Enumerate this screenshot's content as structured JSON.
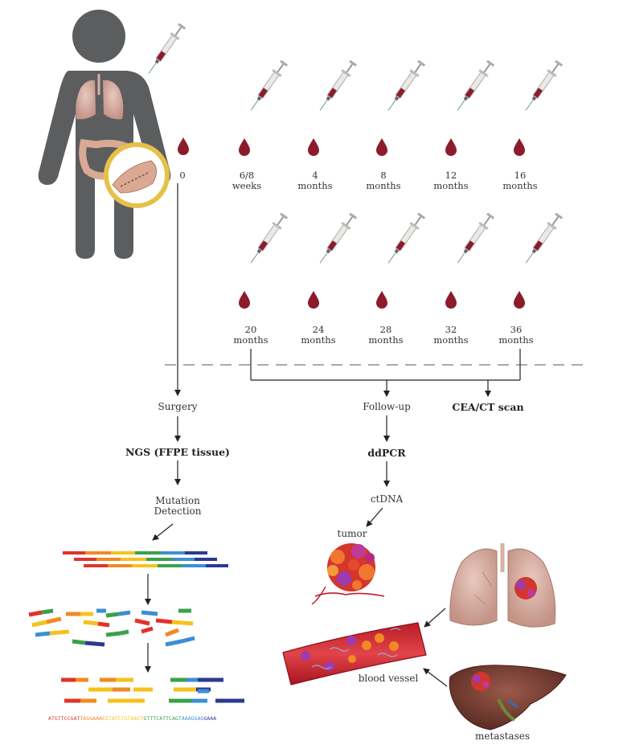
{
  "timepoints_row1": [
    {
      "line1": "0",
      "line2": ""
    },
    {
      "line1": "6/8",
      "line2": "weeks"
    },
    {
      "line1": "4",
      "line2": "months"
    },
    {
      "line1": "8",
      "line2": "months"
    },
    {
      "line1": "12",
      "line2": "months"
    },
    {
      "line1": "16",
      "line2": "months"
    }
  ],
  "timepoints_row2": [
    {
      "line1": "20",
      "line2": "months"
    },
    {
      "line1": "24",
      "line2": "months"
    },
    {
      "line1": "28",
      "line2": "months"
    },
    {
      "line1": "32",
      "line2": "months"
    },
    {
      "line1": "36",
      "line2": "months"
    }
  ],
  "left_branch": {
    "surgery": "Surgery",
    "ngs": "NGS (FFPE tissue)",
    "mutation_line1": "Mutation",
    "mutation_line2": "Detection"
  },
  "right_branch": {
    "followup": "Follow-up",
    "cea": "CEA/CT scan",
    "ddpcr": "ddPCR",
    "ctdna": "ctDNA"
  },
  "illustration_labels": {
    "tumor": "tumor",
    "blood_vessel": "blood vessel",
    "metastases": "metastases"
  },
  "sequence": [
    {
      "text": "ATGTTCCGAT",
      "color": "#e0342b"
    },
    {
      "text": "TAGGAAACC",
      "color": "#f08a24"
    },
    {
      "text": "TATCTGTAACT",
      "color": "#f5c21b"
    },
    {
      "text": "GTTTCATTCAGT",
      "color": "#3aa14a"
    },
    {
      "text": "AAAGGAG",
      "color": "#3b8fd4"
    },
    {
      "text": "GAAA",
      "color": "#2b3a8f"
    }
  ],
  "colors": {
    "figure": "#5b5d5f",
    "blood": "#8c1c2b",
    "ring": "#e6c14a",
    "vessel": "#d9333b"
  }
}
